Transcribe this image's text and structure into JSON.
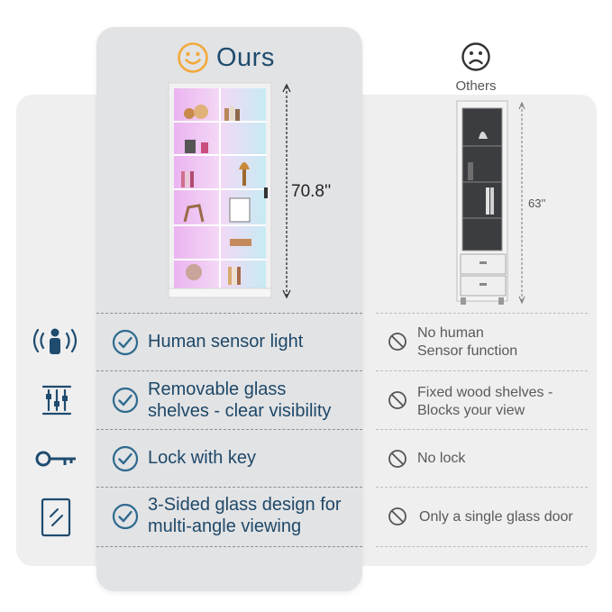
{
  "ours": {
    "label": "Ours",
    "height": "70.8''"
  },
  "others": {
    "label": "Others",
    "height": "63''"
  },
  "features": [
    {
      "icon": "sensor-person-icon",
      "ours": "Human sensor light",
      "others": "No human Sensor function",
      "others_lines": [
        "No human",
        "Sensor function"
      ]
    },
    {
      "icon": "shelf-sliders-icon",
      "ours": "Removable glass shelves - clear visibility",
      "ours_lines": [
        "Removable glass",
        "shelves - clear visibility"
      ],
      "others": "Fixed wood shelves - Blocks your view",
      "others_lines": [
        "Fixed wood shelves -",
        "Blocks your view"
      ]
    },
    {
      "icon": "key-icon",
      "ours": "Lock with key",
      "others": "No lock"
    },
    {
      "icon": "glass-panel-icon",
      "ours": "3-Sided glass design for multi-angle viewing",
      "ours_lines": [
        "3-Sided glass design for",
        "multi-angle viewing"
      ],
      "others": "Only a single glass door"
    }
  ],
  "colors": {
    "accent": "#1f4b6e",
    "check": "#2f6a8e",
    "smiley": "#f2a93b",
    "ours_bg": "#e2e3e5",
    "panel_bg": "#efeff0"
  }
}
